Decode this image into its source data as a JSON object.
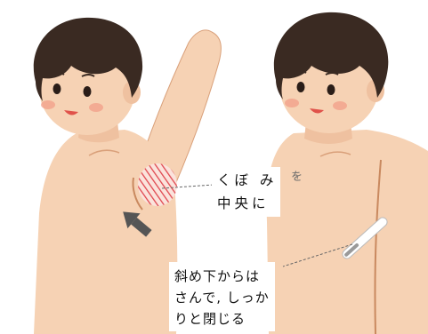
{
  "left_figure": {
    "label_lines": [
      "くぼ み",
      "中央に"
    ]
  },
  "right_figure": {
    "label_lines": [
      "斜め下からは",
      "さんで, しっか",
      "りと閉じる"
    ],
    "stray_mark": "を"
  },
  "colors": {
    "skin": "#f6d2b4",
    "skin_shadow": "#e9b28c",
    "hair": "#3a2a22",
    "outline": "#c9895f",
    "blush": "#f29a84",
    "mouth": "#e0524a",
    "hatch": "#e0474f",
    "arrow": "#555555",
    "thermometer": "#ffffff"
  },
  "icons": [
    "thermometer-icon",
    "arrow-up-right-icon"
  ]
}
